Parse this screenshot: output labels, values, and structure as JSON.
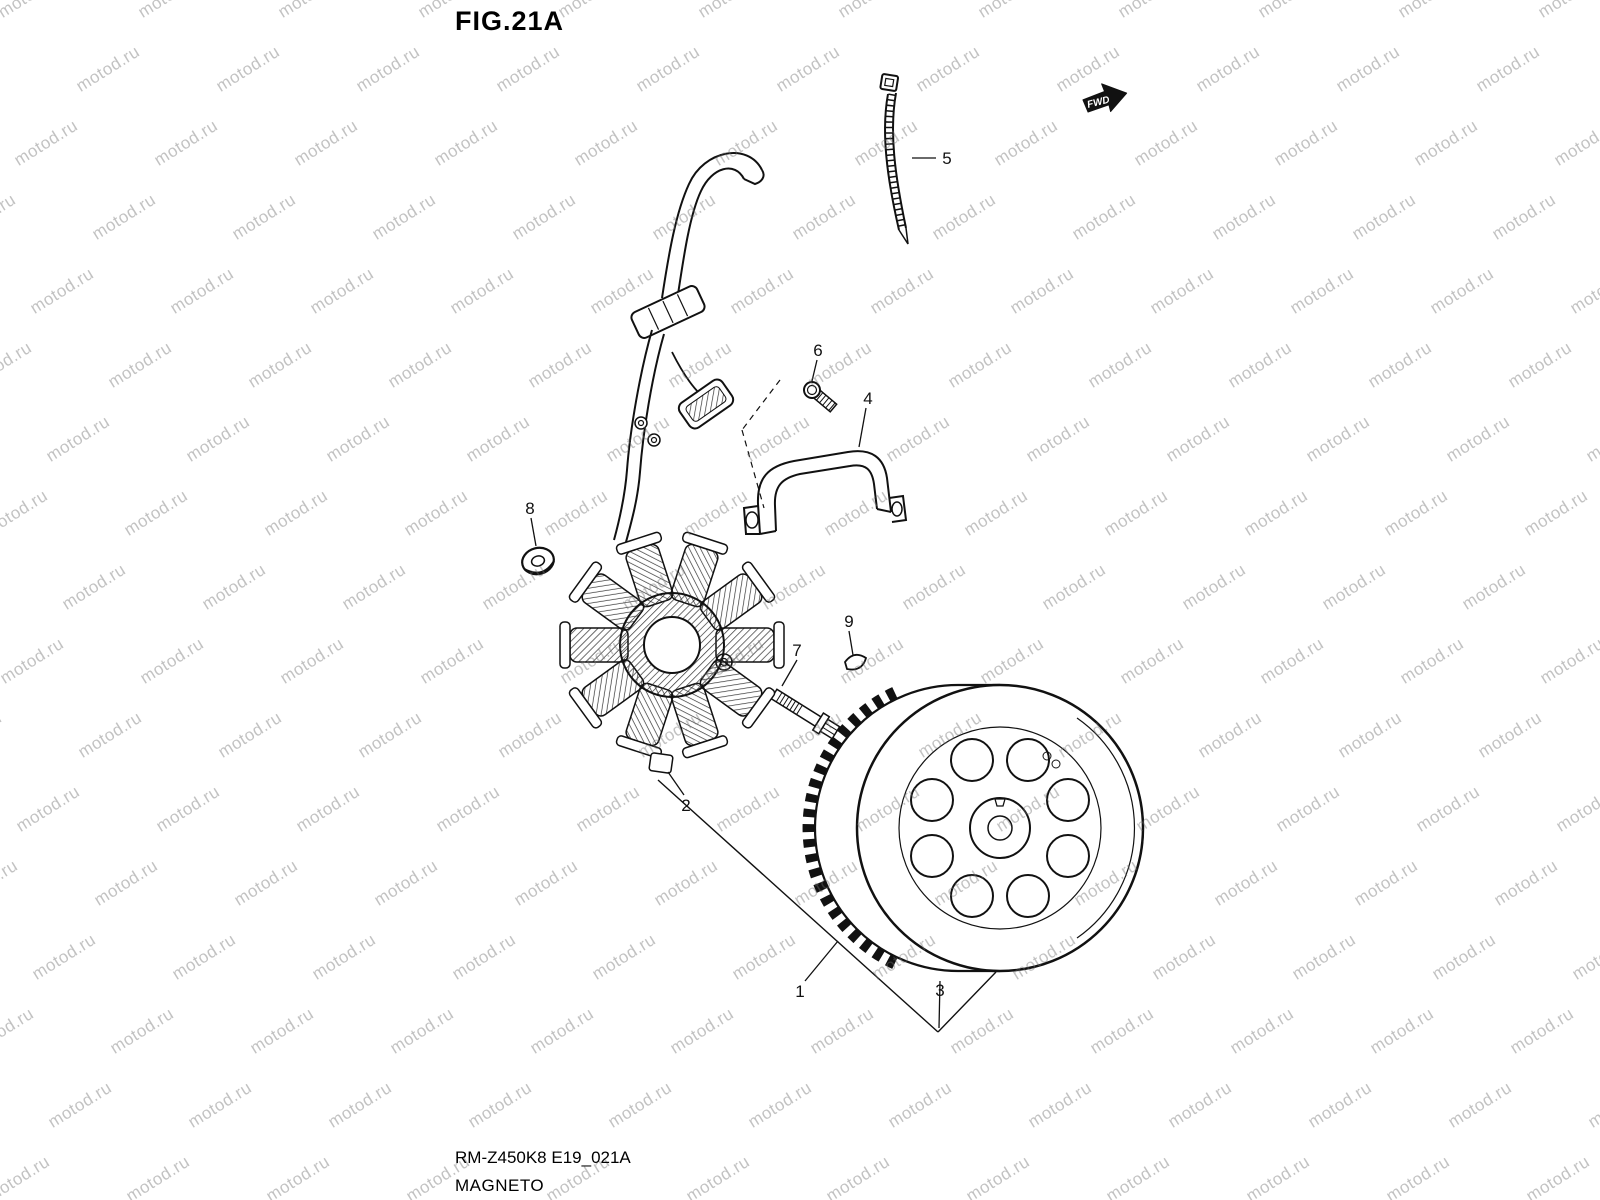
{
  "figure": {
    "title": "FIG.21A"
  },
  "footer": {
    "code": "RM-Z450K8 E19_021A",
    "title": "MAGNETO"
  },
  "direction_flag": {
    "label": "FWD"
  },
  "watermark": {
    "text": "motod.ru"
  },
  "callouts": [
    {
      "num": "1"
    },
    {
      "num": "2"
    },
    {
      "num": "3"
    },
    {
      "num": "4"
    },
    {
      "num": "5"
    },
    {
      "num": "6"
    },
    {
      "num": "7"
    },
    {
      "num": "8"
    },
    {
      "num": "9"
    }
  ]
}
